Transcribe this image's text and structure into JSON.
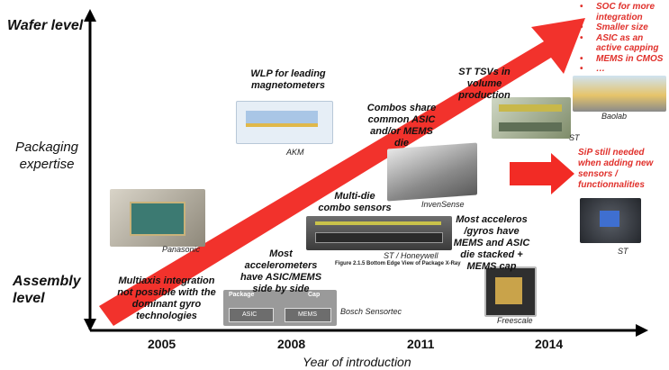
{
  "axis": {
    "y_top": "Wafer level",
    "y_middle": "Packaging expertise",
    "y_bottom": "Assembly level",
    "x_title": "Year of introduction",
    "years": [
      "2005",
      "2008",
      "2011",
      "2014"
    ]
  },
  "annotations": {
    "a2005": "Multiaxis integration not possible with the dominant gyro technologies",
    "a2008": "Most accelerometers have ASIC/MEMS side by side",
    "multi_die": "Multi-die combo sensors",
    "wlp": "WLP for leading magnetometers",
    "combos": "Combos share common ASIC and/or MEMS die",
    "st_tsv": "ST TSVs in volume production",
    "most_acc": "Most acceleros /gyros have MEMS and ASIC die stacked + MEMS cap"
  },
  "future_list": [
    "SOC for more integration",
    "Smaller size",
    "ASIC as an active capping",
    "MEMS in CMOS",
    "…"
  ],
  "sip_note": "SiP still needed when adding new sensors / functionnalities",
  "image_captions": {
    "panasonic": "Panasonic",
    "bosch": "Bosch Sensortec",
    "st_honeywell": "ST / Honeywell",
    "fig_caption": "Figure 2.1.5  Bottom Edge View of Package X-Ray",
    "akm": "AKM",
    "invensense": "InvenSense",
    "freescale": "Freescale",
    "st_mid": "ST",
    "baolab": "Baolab",
    "st_bottom": "ST"
  },
  "image_text": {
    "bosch_package": "Package",
    "bosch_cap": "Cap",
    "bosch_asic": "ASIC",
    "bosch_mems": "MEMS"
  },
  "colors": {
    "arrow_red": "#f22b25",
    "text_red": "#e0302b"
  }
}
